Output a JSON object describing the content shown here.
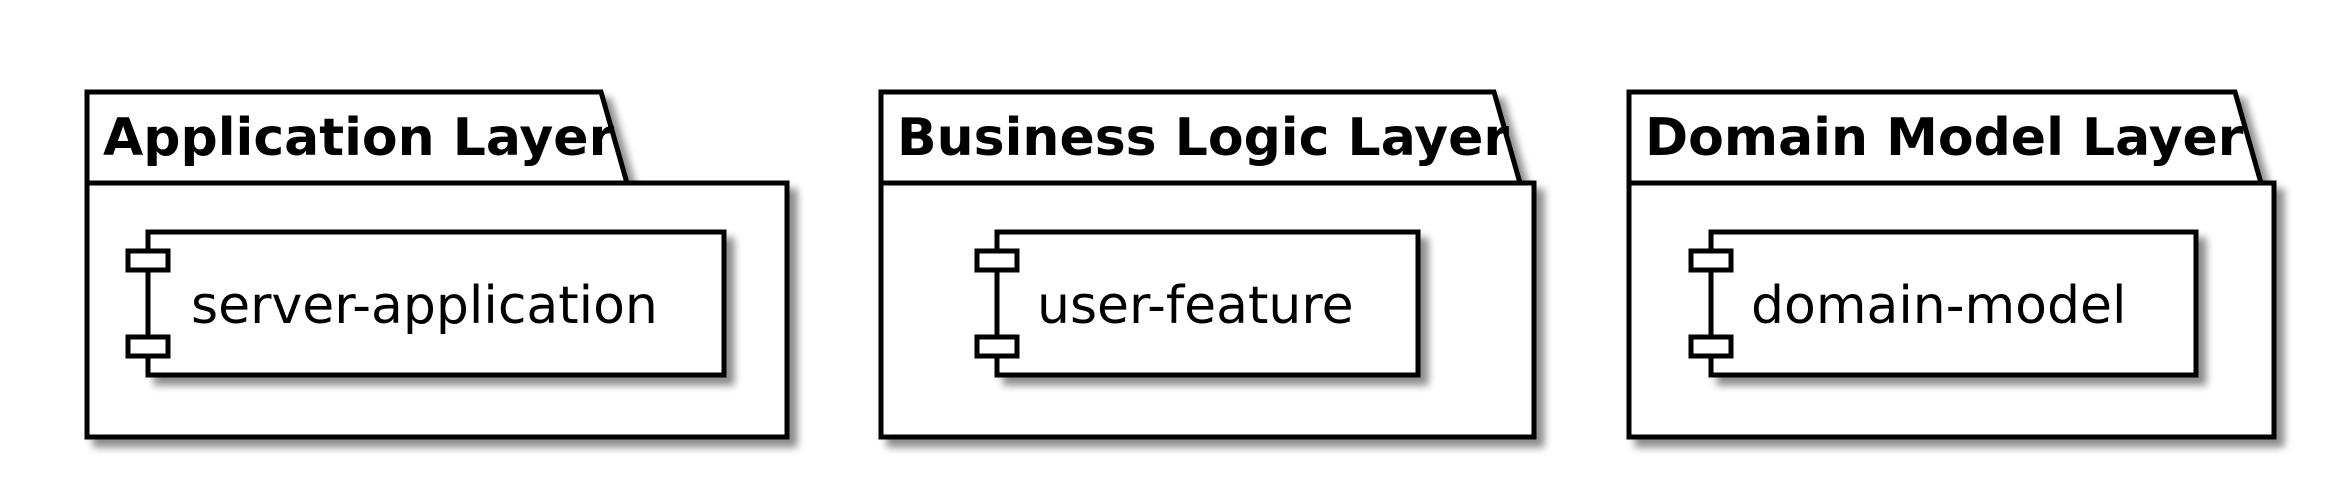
{
  "diagram": {
    "packages": [
      {
        "title": "Application Layer",
        "component": "server-application"
      },
      {
        "title": "Business Logic Layer",
        "component": "user-feature"
      },
      {
        "title": "Domain Model Layer",
        "component": "domain-model"
      }
    ]
  },
  "colors": {
    "stroke": "#000000",
    "fill": "#ffffff",
    "shadow": "#b8b8b8"
  }
}
